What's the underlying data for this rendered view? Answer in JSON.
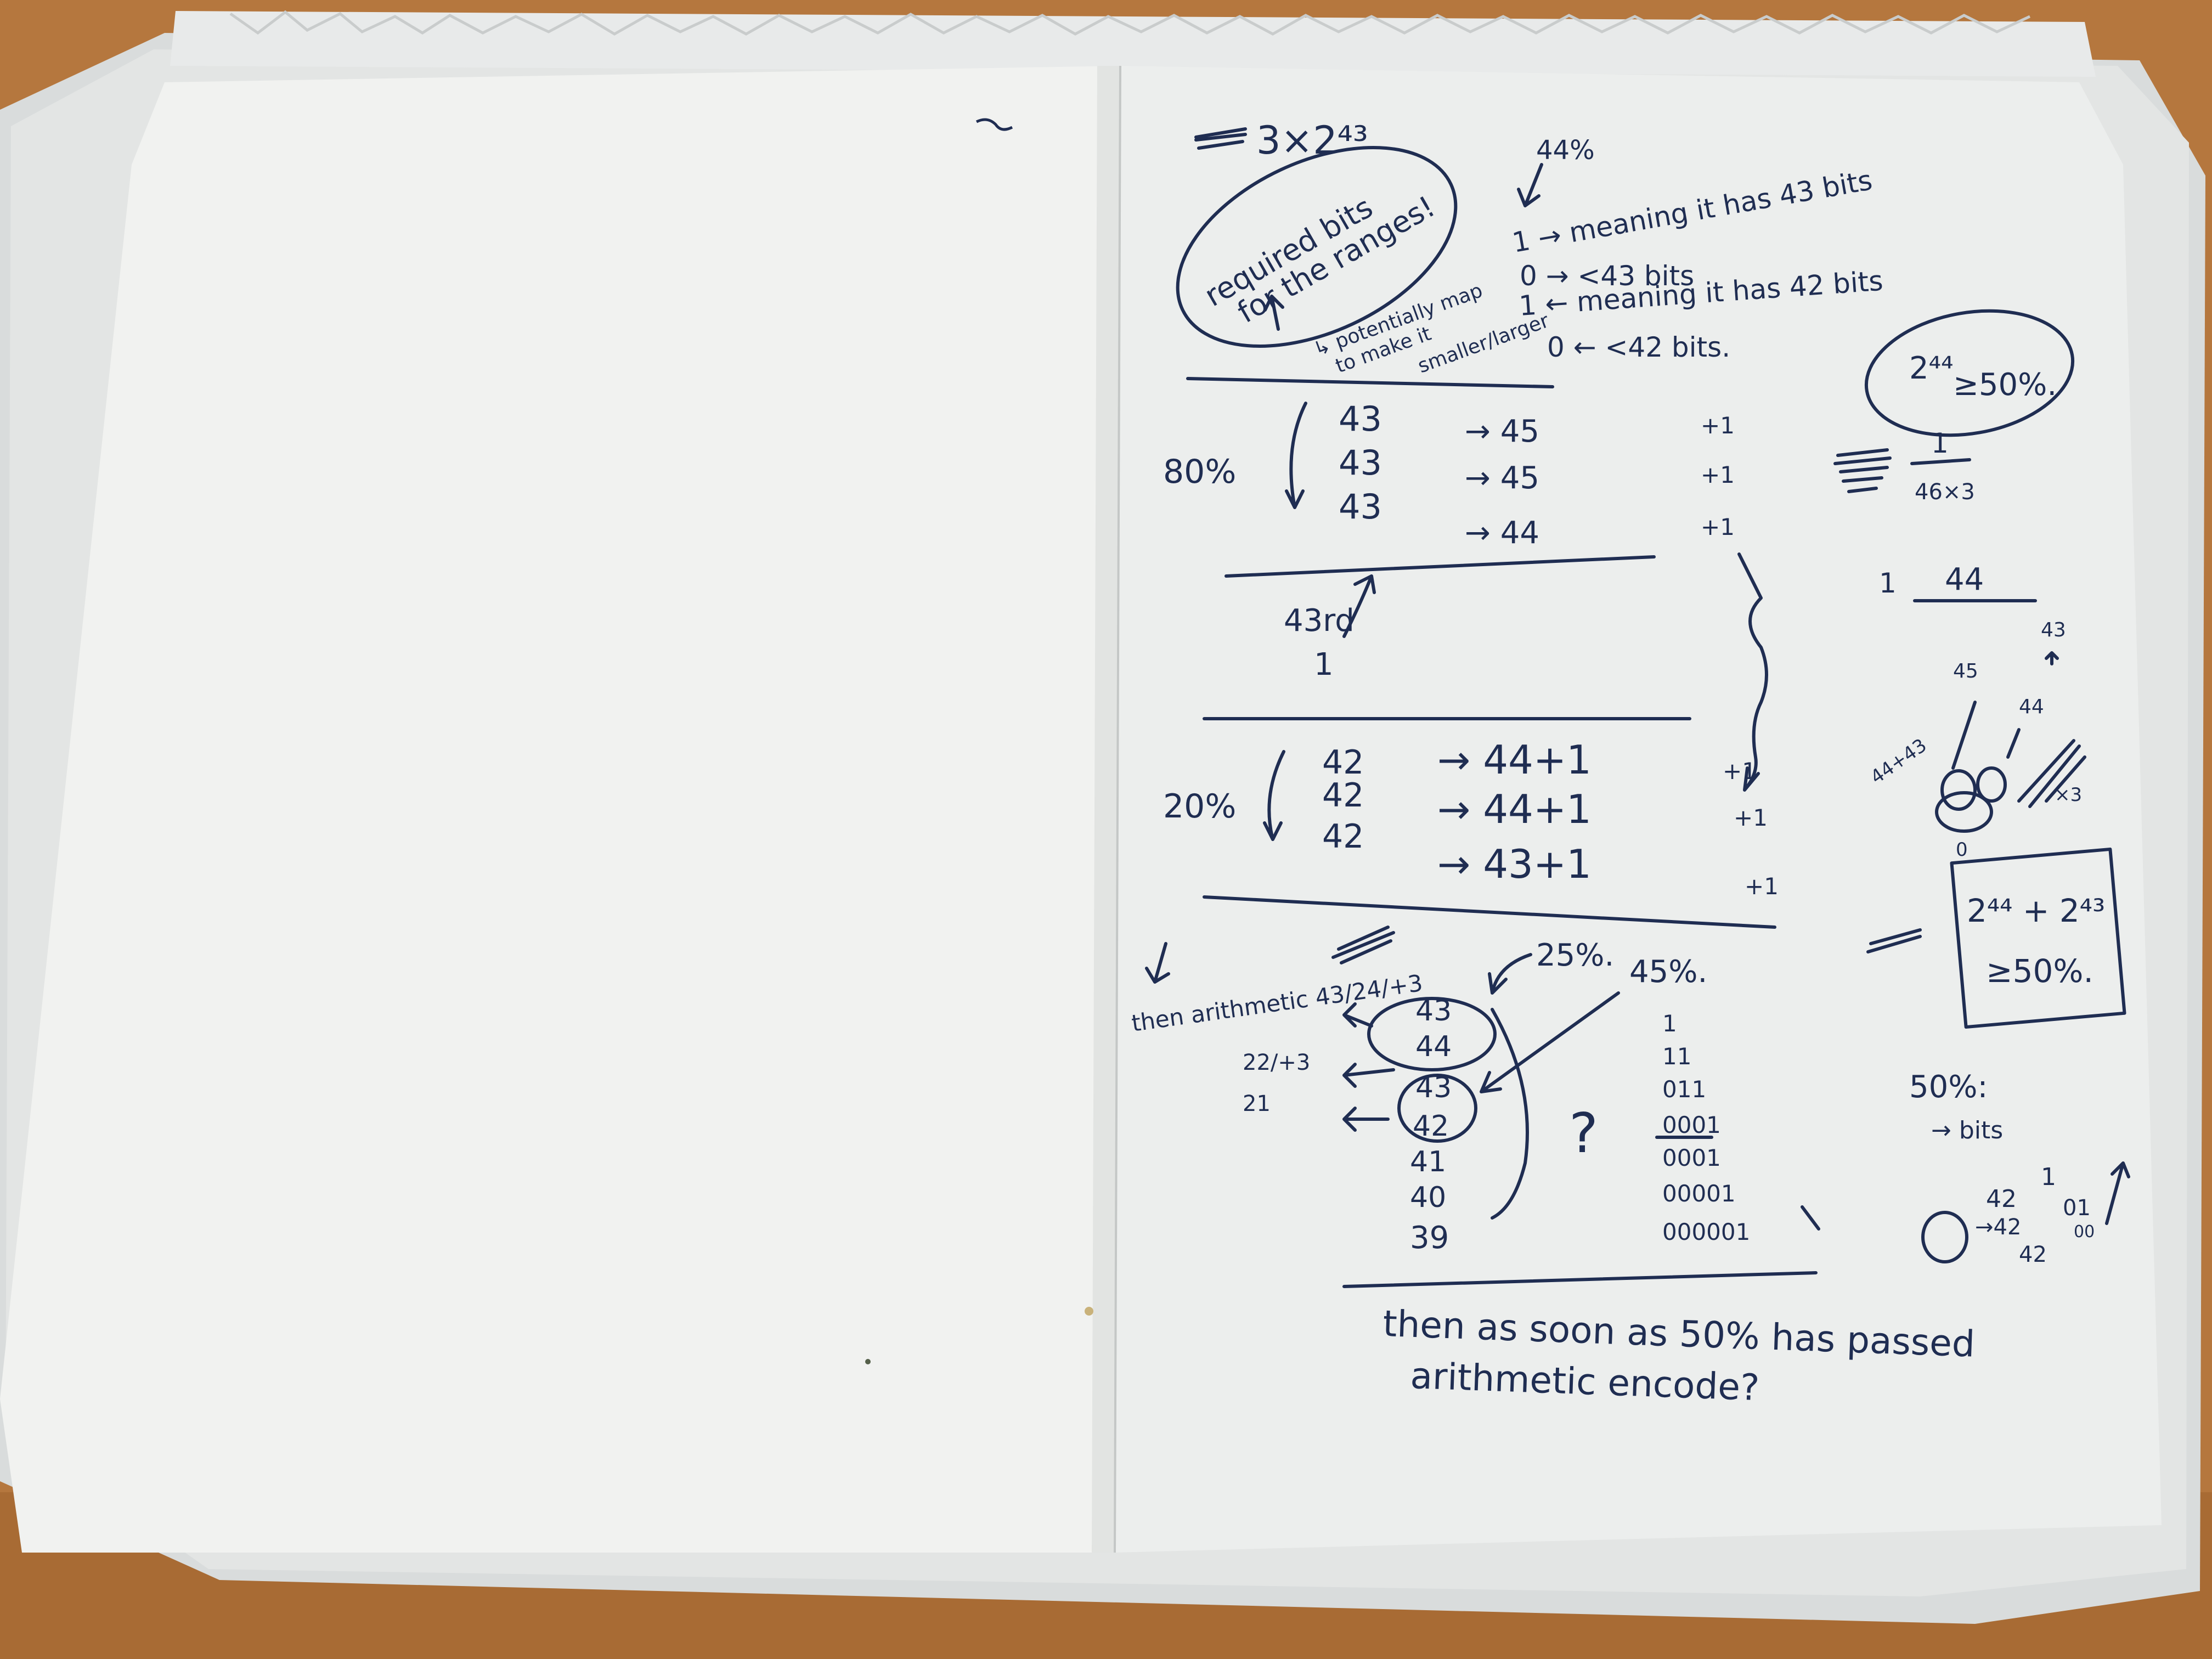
{
  "photo": {
    "subject": "open notebook with handwritten notes on the right page",
    "colors": {
      "desk": "#b5773e",
      "paper_left": "#f1f2f0",
      "paper_right": "#eceeed",
      "ink": "#1f2d52"
    }
  },
  "notes": {
    "top_formula": "3×2⁴³",
    "pct_44": "44%",
    "bubble_line1": "required bits",
    "bubble_line2": "for the ranges!",
    "meaning_43": "1 → meaning it has 43 bits",
    "less_43": "0 → <43 bits",
    "meaning_42": "1 ← meaning it has 42 bits",
    "less_42": "0 ← <42 bits.",
    "side_note_1": "↳ potentially map",
    "side_note_2": "to make it",
    "side_note_3": "smaller/larger",
    "bubble_right_1": "2⁴⁴",
    "bubble_right_2": "≥50%.",
    "section1": {
      "percent": "80%",
      "rows": [
        "43",
        "43",
        "43"
      ],
      "targets": [
        "→ 45",
        "→ 45",
        "→ 44"
      ],
      "plus": [
        "+1",
        "+1",
        "+1"
      ]
    },
    "section_mid": {
      "label": "43rd",
      "value": "1"
    },
    "fraction_top": "1",
    "fraction_bottom": "46×3",
    "one_44_left": "1",
    "one_44_right": "44",
    "small_45": "45",
    "small_43": "43",
    "small_44": "44",
    "small_44_43": "44+43",
    "small_x3": "×3",
    "small_0": "0",
    "section2": {
      "percent": "20%",
      "rows": [
        "42",
        "42",
        "42"
      ],
      "targets": [
        "→ 44+1",
        "→ 44+1",
        "→ 43+1"
      ],
      "plus": [
        "+1",
        "+1",
        "+1"
      ]
    },
    "box_formula": "2⁴⁴ + 2⁴³",
    "box_ge": "≥50%.",
    "then_arith": "then arithmetic 43/24/+3",
    "arrow_22": "22/+3",
    "arrow_21": "21",
    "pct_25": "25%.",
    "pct_45": "45%.",
    "stack": [
      "43",
      "44",
      "43",
      "42",
      "41",
      "40",
      "39"
    ],
    "question": "?",
    "bits_column": [
      "1",
      "11",
      "011",
      "0001",
      "0001",
      "00001",
      "000001"
    ],
    "pct_50": "50%:",
    "bits_arrow": "→ bits",
    "bits_42a": "42",
    "bits_1": "1",
    "bits_42b": "→42",
    "bits_42c": "42",
    "bits_01": "01",
    "bits_00": "00",
    "bottom_line1": "then as soon as 50% has passed",
    "bottom_line2": "arithmetic encode?"
  }
}
